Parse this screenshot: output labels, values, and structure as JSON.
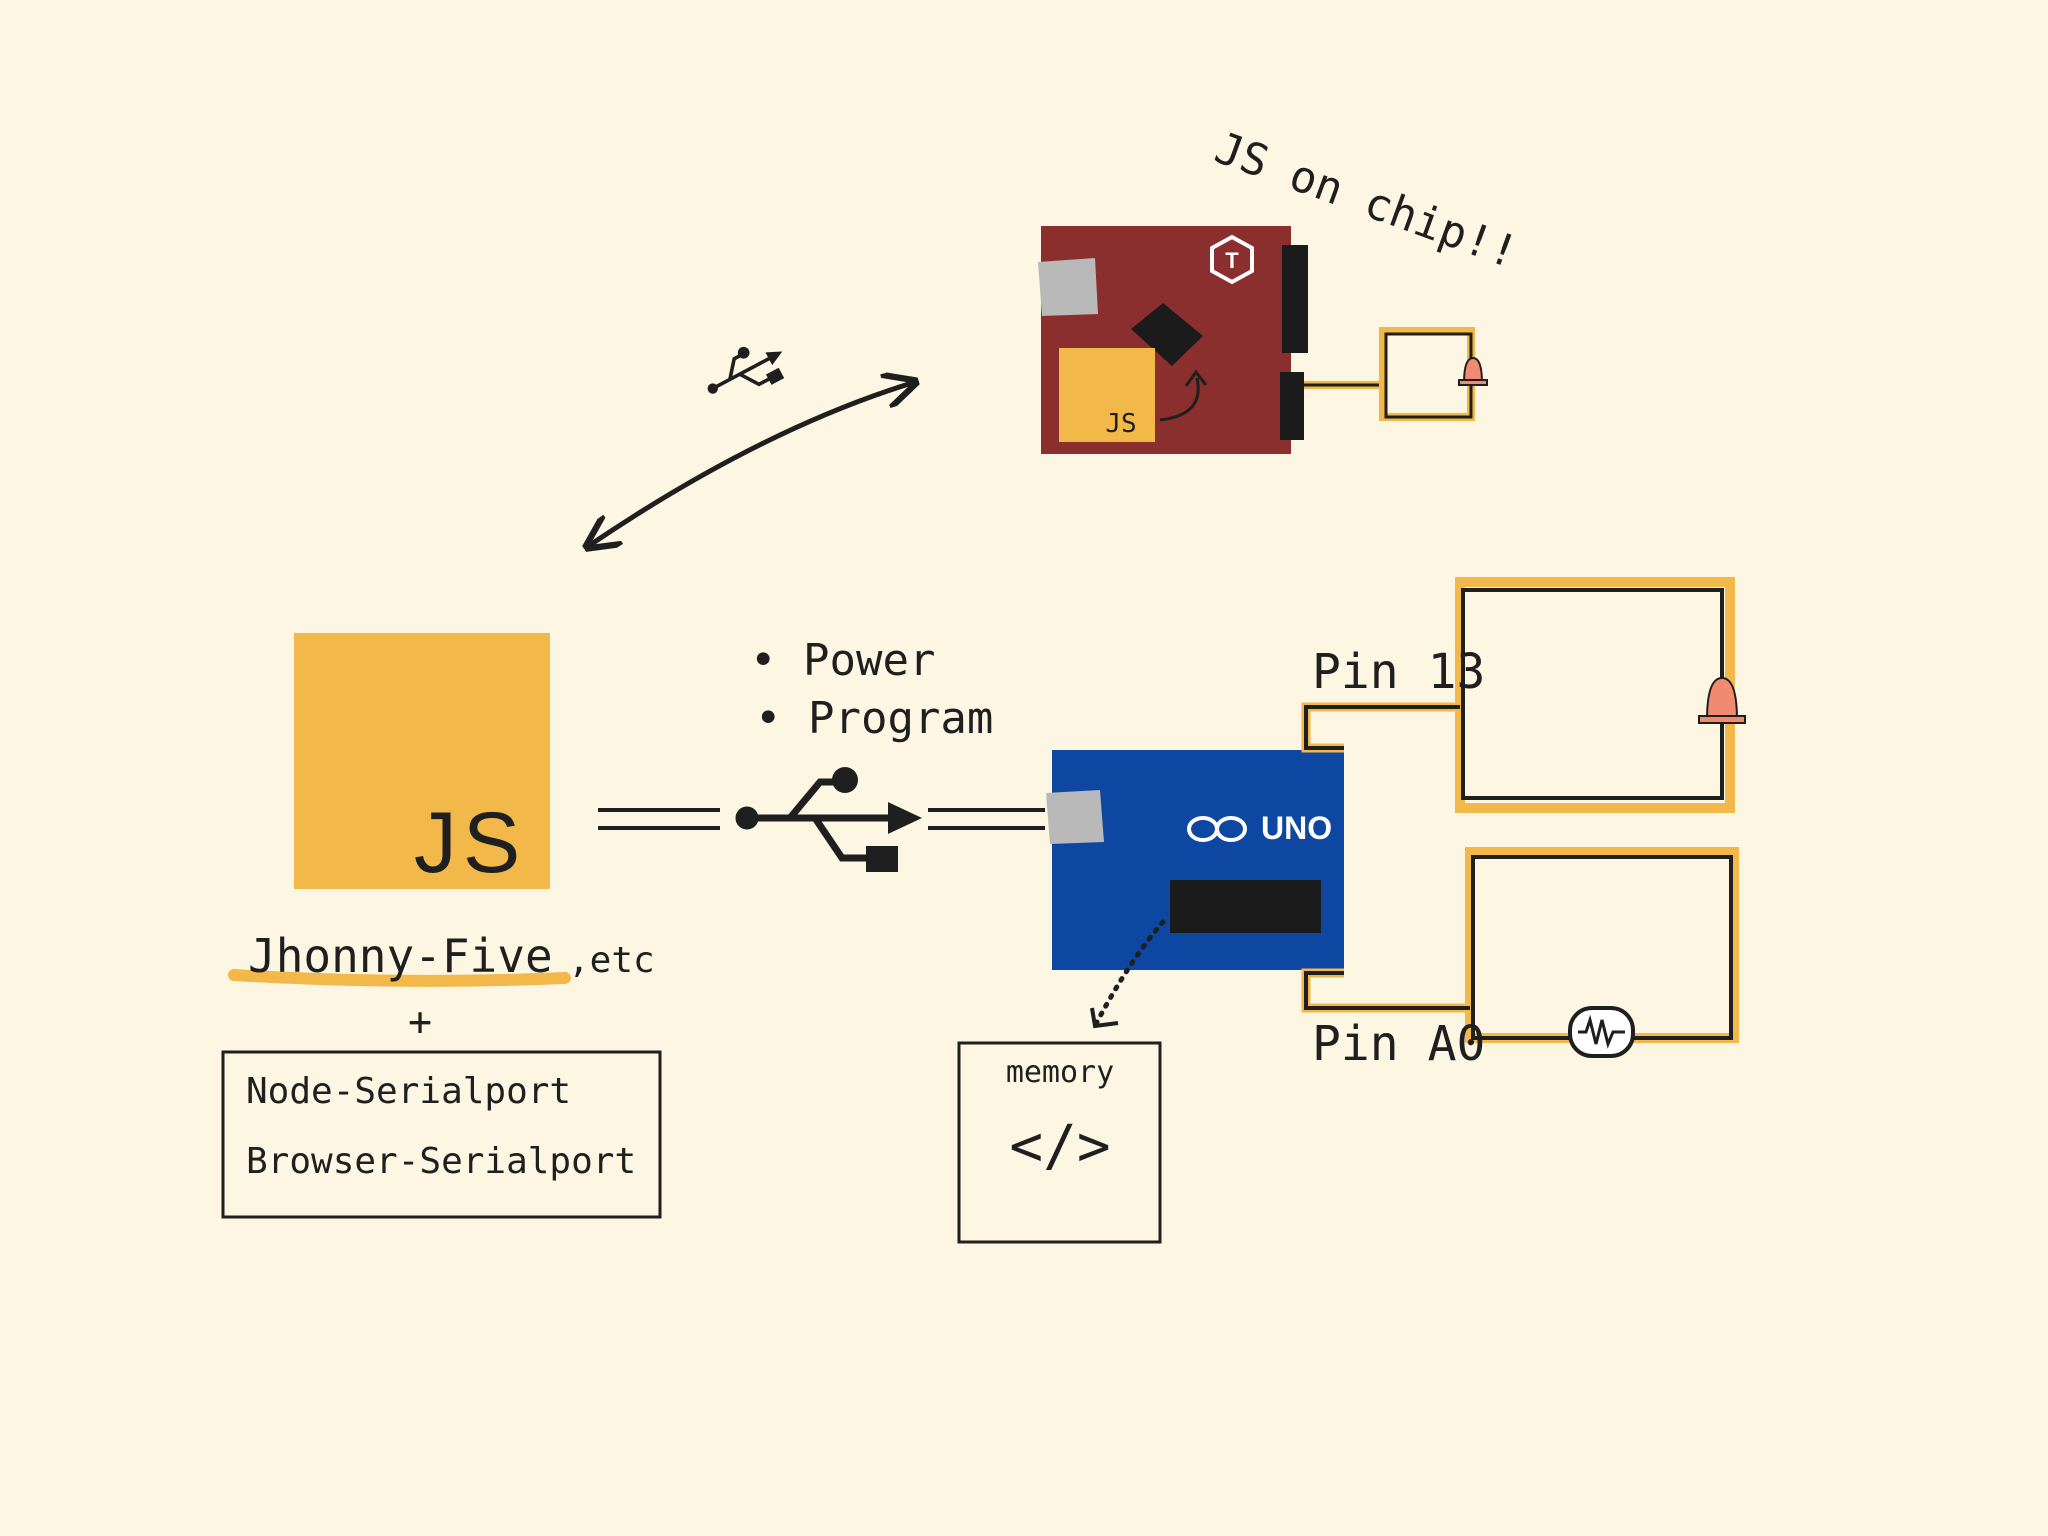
{
  "host": {
    "logo_text": "JS",
    "library_label": "Jhonny-Five",
    "library_suffix": ",etc",
    "plus": "+",
    "serial_lines": [
      "Node-Serialport",
      "Browser-Serialport"
    ]
  },
  "usb_link": {
    "bullets": [
      "• Power",
      "• Program"
    ]
  },
  "uno_board": {
    "brand_label": "UNO"
  },
  "memory_box": {
    "label": "memory",
    "code_glyph": "</>"
  },
  "pins": {
    "digital": "Pin 13",
    "analog": "Pin A0"
  },
  "chip_board": {
    "caption": "JS on chip!!",
    "logo_text": "T",
    "chip_label": "JS"
  },
  "colors": {
    "background": "#fdf6e3",
    "js_yellow": "#f2b84a",
    "uno_blue": "#0d47a1",
    "chip_red": "#8b2e2e",
    "ink": "#1f1f1f",
    "led": "#f08a70",
    "wire_highlight": "#f2b84a"
  },
  "icons": [
    "usb-icon",
    "led-icon",
    "photoresistor-icon",
    "arduino-infinity-icon",
    "tessel-logo-icon"
  ]
}
